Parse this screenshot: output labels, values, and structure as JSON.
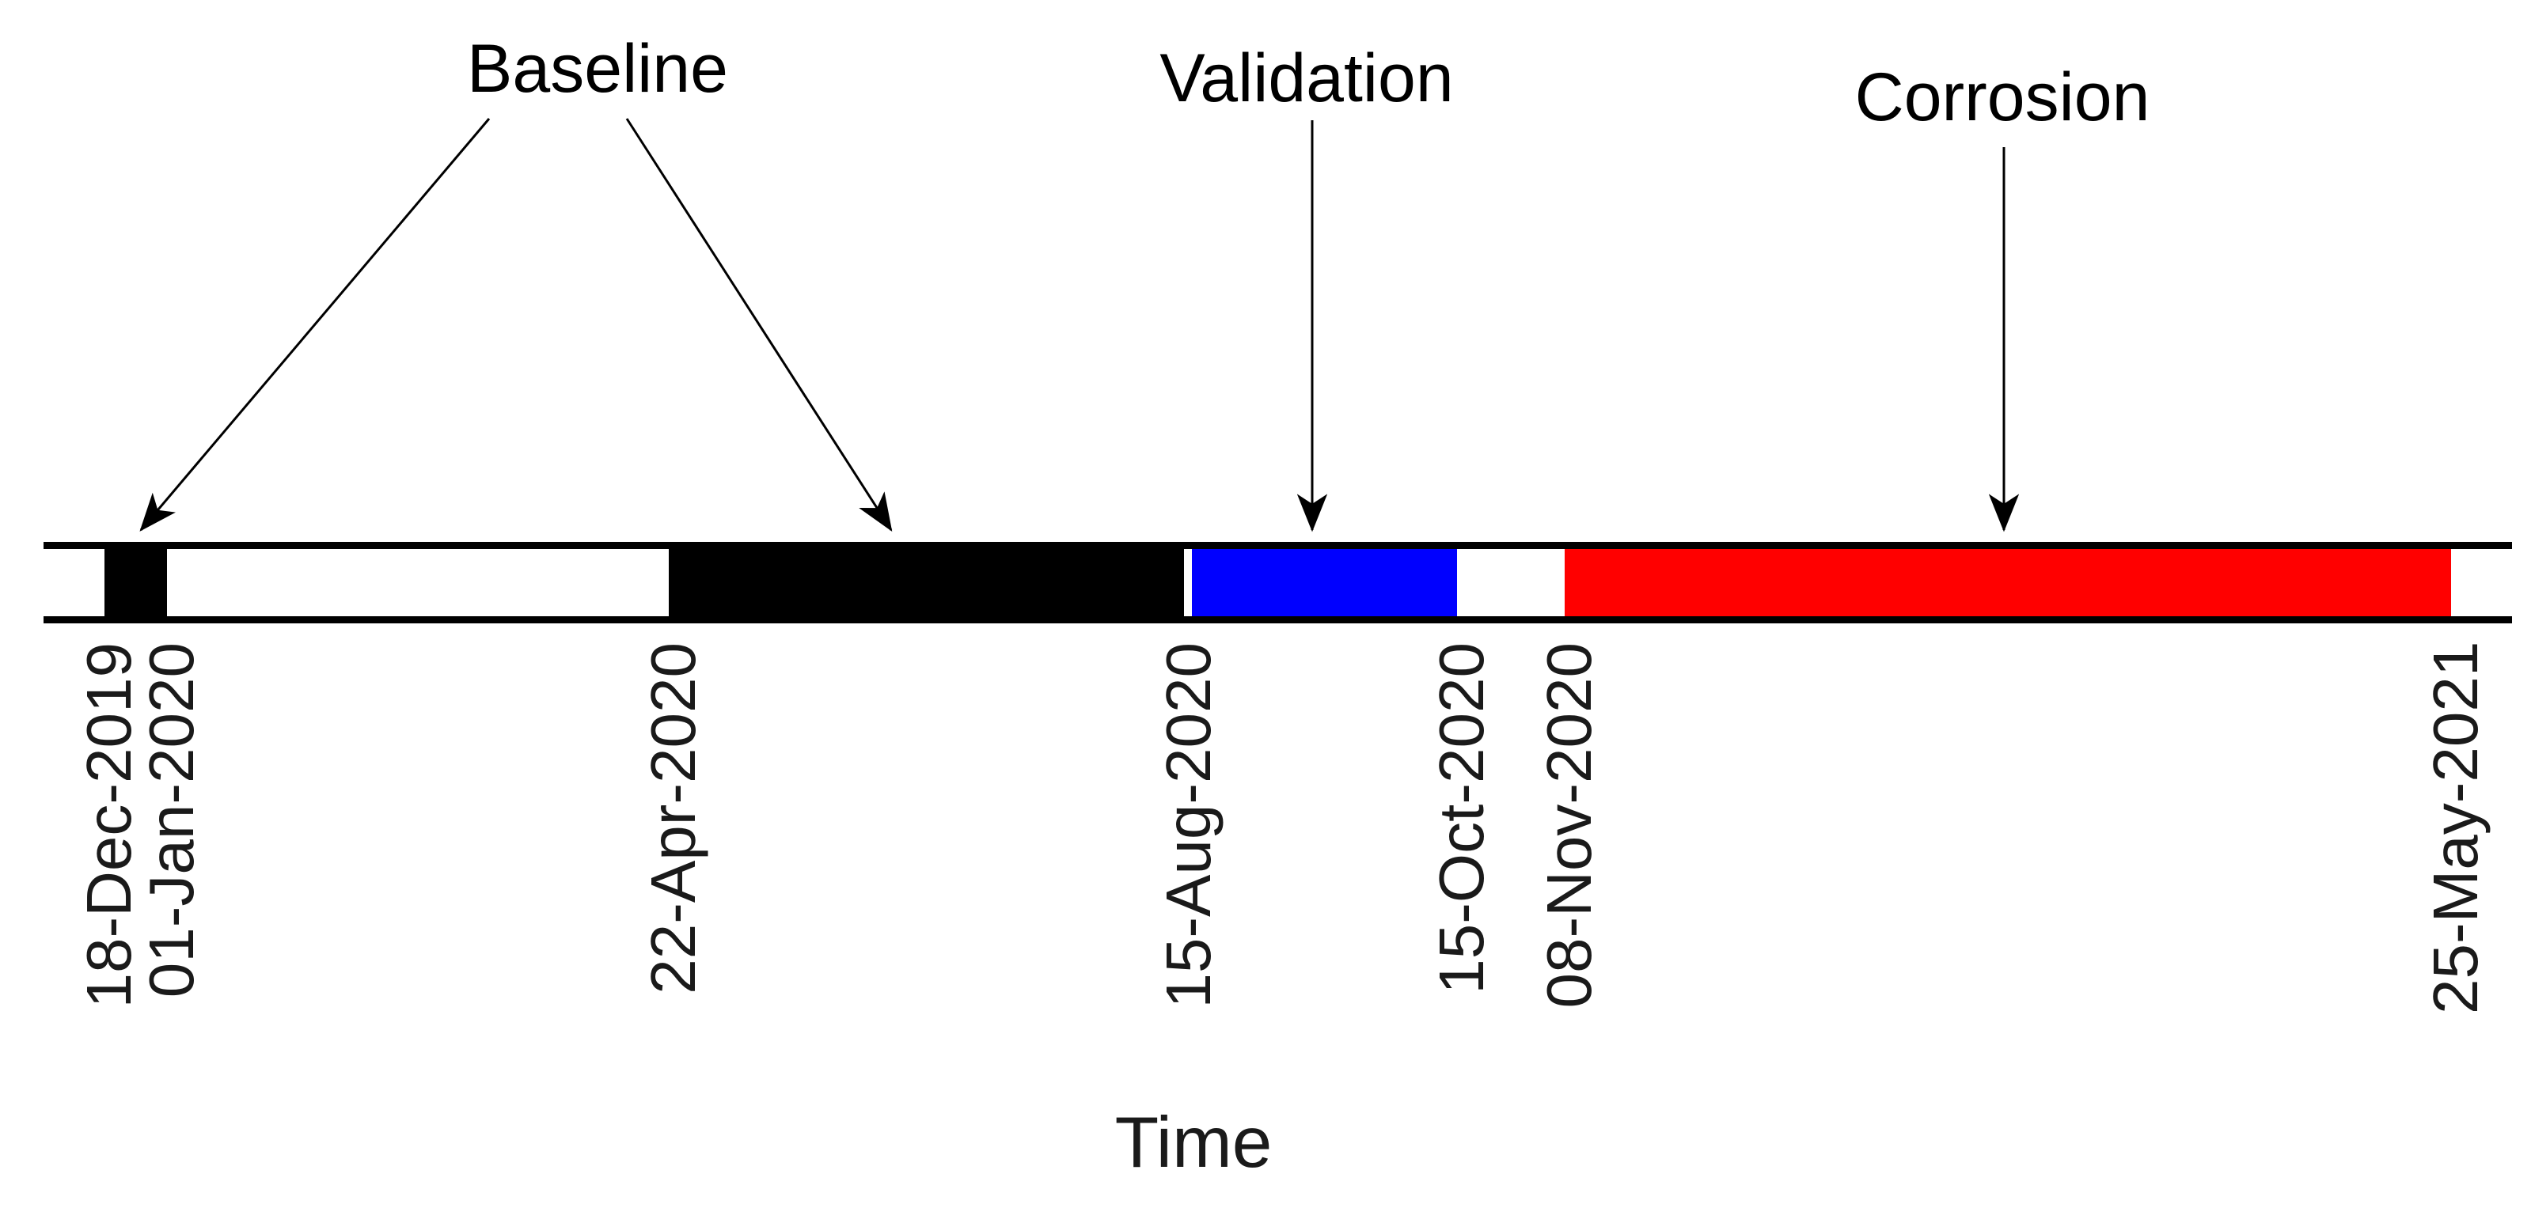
{
  "labels": {
    "baseline": "Baseline",
    "validation": "Validation",
    "corrosion": "Corrosion",
    "time_axis": "Time"
  },
  "colors": {
    "baseline_segment": "#000000",
    "validation_segment": "#0000FF",
    "corrosion_segment": "#FF0000",
    "background": "#FFFFFF",
    "axis_line": "#000000"
  },
  "chart_data": {
    "type": "bar",
    "subtype": "single-track timeline (gantt-style phase band)",
    "title": "",
    "xlabel": "Time",
    "ylabel": "",
    "grid": false,
    "legend": false,
    "x_ticks": [
      {
        "label": "18-Dec-2019",
        "day": 0
      },
      {
        "label": "01-Jan-2020",
        "day": 14
      },
      {
        "label": "22-Apr-2020",
        "day": 126
      },
      {
        "label": "15-Aug-2020",
        "day": 241
      },
      {
        "label": "15-Oct-2020",
        "day": 302
      },
      {
        "label": "08-Nov-2020",
        "day": 326
      },
      {
        "label": "25-May-2021",
        "day": 524
      }
    ],
    "segments": [
      {
        "phase": "Baseline",
        "start": "18-Dec-2019",
        "end": "01-Jan-2020",
        "start_day": 0,
        "end_day": 14,
        "color": "#000000",
        "gap_before": false
      },
      {
        "phase": "Baseline",
        "start": "22-Apr-2020",
        "end": "15-Aug-2020",
        "start_day": 126,
        "end_day": 241,
        "color": "#000000",
        "gap_before": false
      },
      {
        "phase": "Validation",
        "start": "15-Aug-2020",
        "end": "15-Oct-2020",
        "start_day": 241,
        "end_day": 302,
        "color": "#0000FF",
        "gap_before": true
      },
      {
        "phase": "Corrosion",
        "start": "08-Nov-2020",
        "end": "25-May-2021",
        "start_day": 326,
        "end_day": 524,
        "color": "#FF0000",
        "gap_before": false
      }
    ],
    "annotations": [
      {
        "label": "Baseline",
        "points_to": [
          "18-Dec-2019 to 01-Jan-2020 segment",
          "22-Apr-2020 to 15-Aug-2020 segment"
        ]
      },
      {
        "label": "Validation",
        "points_to": [
          "15-Aug-2020 to 15-Oct-2020 segment"
        ]
      },
      {
        "label": "Corrosion",
        "points_to": [
          "08-Nov-2020 to 25-May-2021 segment"
        ]
      }
    ]
  }
}
